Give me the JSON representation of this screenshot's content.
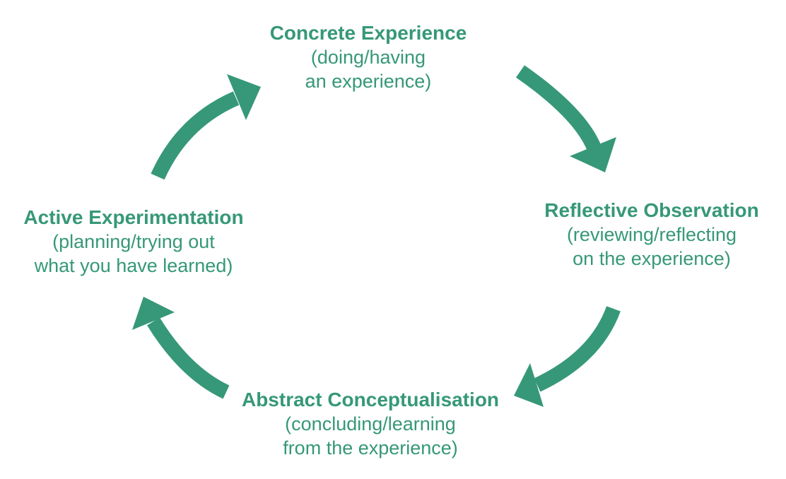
{
  "diagram": {
    "type": "cycle",
    "background_color": "#ffffff",
    "accent_color": "#369878",
    "nodes": {
      "top": {
        "title": "Concrete Experience",
        "sub1": "(doing/having",
        "sub2": "an experience)"
      },
      "right": {
        "title": "Reflective Observation",
        "sub1": "(reviewing/reflecting",
        "sub2": "on the experience)"
      },
      "bottom": {
        "title": "Abstract Conceptualisation",
        "sub1": "(concluding/learning",
        "sub2": "from the experience)"
      },
      "left": {
        "title": "Active Experimentation",
        "sub1": "(planning/trying out",
        "sub2": "what you have learned)"
      }
    },
    "arrows": [
      {
        "name": "active-experimentation-to-concrete-experience",
        "direction": "up-right"
      },
      {
        "name": "concrete-experience-to-reflective-observation",
        "direction": "down-right"
      },
      {
        "name": "reflective-observation-to-abstract-conceptualisation",
        "direction": "down-left"
      },
      {
        "name": "abstract-conceptualisation-to-active-experimentation",
        "direction": "up-left"
      }
    ]
  }
}
